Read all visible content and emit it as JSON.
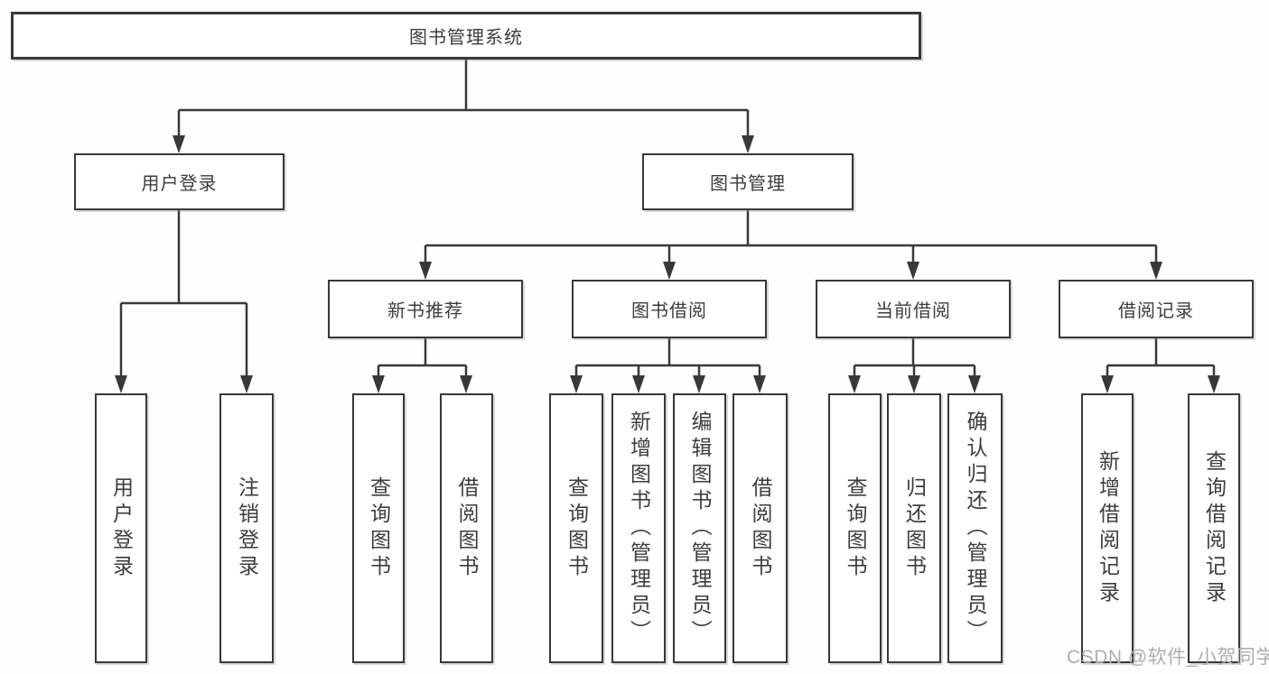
{
  "tree": {
    "root": "图书管理系统",
    "level2": [
      {
        "label": "用户登录",
        "children": [
          "用户登录",
          "注销登录"
        ]
      },
      {
        "label": "图书管理",
        "children": [
          {
            "label": "新书推荐",
            "children": [
              "查询图书",
              "借阅图书"
            ]
          },
          {
            "label": "图书借阅",
            "children": [
              "查询图书",
              "新增图书（管理员）",
              "编辑图书（管理员）",
              "借阅图书"
            ]
          },
          {
            "label": "当前借阅",
            "children": [
              "查询图书",
              "归还图书",
              "确认归还（管理员）"
            ]
          },
          {
            "label": "借阅记录",
            "children": [
              "新增借阅记录",
              "查询借阅记录"
            ]
          }
        ]
      }
    ]
  },
  "watermark": "CSDN @软件_小贺同学",
  "colors": {
    "line": "#383838",
    "box_border": "#383838",
    "text": "#3d3d3d",
    "watermark": "#aeaeae",
    "background": "#ffffff"
  }
}
